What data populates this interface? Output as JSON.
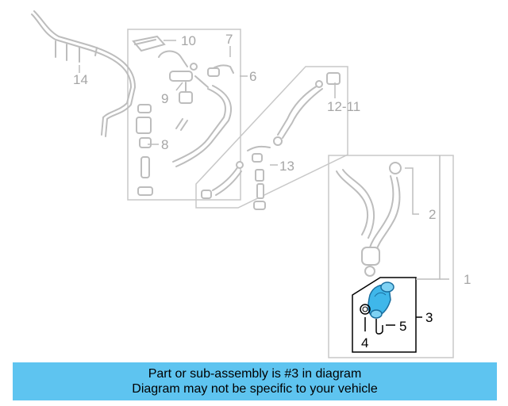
{
  "callouts": {
    "c1": "1",
    "c2": "2",
    "c3": "3",
    "c4": "4",
    "c5": "5",
    "c6": "6",
    "c7": "7",
    "c8": "8",
    "c9": "9",
    "c10": "10",
    "c11": "11",
    "c12": "12",
    "c13": "13",
    "c14": "14"
  },
  "banner": {
    "line1": "Part or sub-assembly is #3 in diagram",
    "line2": "Diagram may not be specific to your vehicle"
  },
  "colors": {
    "highlight_part": "#3fb7ea",
    "banner_background": "#5ec4f0",
    "ghost_lines": "#bdbdbd"
  }
}
